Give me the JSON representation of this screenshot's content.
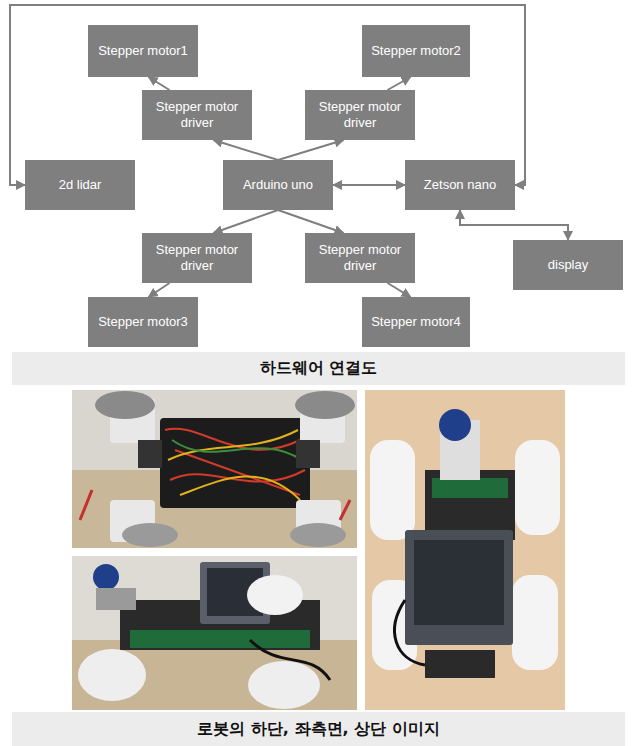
{
  "diagram": {
    "nodes": [
      {
        "text": [
          "Stepper motor1"
        ]
      },
      {
        "text": [
          "Stepper motor2"
        ]
      },
      {
        "text": [
          "Stepper motor driver"
        ]
      },
      {
        "text": [
          "Stepper motor driver"
        ]
      },
      {
        "text": [
          "2d lidar"
        ]
      },
      {
        "text": [
          "Arduino uno"
        ]
      },
      {
        "text": [
          "Zetson nano"
        ]
      },
      {
        "text": [
          "Stepper motor driver"
        ]
      },
      {
        "text": [
          "Stepper motor driver"
        ]
      },
      {
        "text": [
          "display"
        ]
      },
      {
        "text": [
          "Stepper motor3"
        ]
      },
      {
        "text": [
          "Stepper motor4"
        ]
      }
    ],
    "edges": [
      {
        "from": 2,
        "to": 0,
        "arrow": "to"
      },
      {
        "from": 3,
        "to": 1,
        "arrow": "to"
      },
      {
        "from": 5,
        "to": 2,
        "arrow": "to"
      },
      {
        "from": 5,
        "to": 3,
        "arrow": "to"
      },
      {
        "from": 6,
        "to": 4,
        "arrow": "both"
      },
      {
        "from": 5,
        "to": 6,
        "arrow": "both"
      },
      {
        "from": 6,
        "to": 9,
        "arrow": "both"
      },
      {
        "from": 5,
        "to": 7,
        "arrow": "to"
      },
      {
        "from": 5,
        "to": 8,
        "arrow": "to"
      },
      {
        "from": 7,
        "to": 10,
        "arrow": "to"
      },
      {
        "from": 8,
        "to": 11,
        "arrow": "to"
      }
    ],
    "labels": [
      "하드웨어 연결도",
      "로봇의 하단, 좌측면, 상단 이미지"
    ]
  }
}
